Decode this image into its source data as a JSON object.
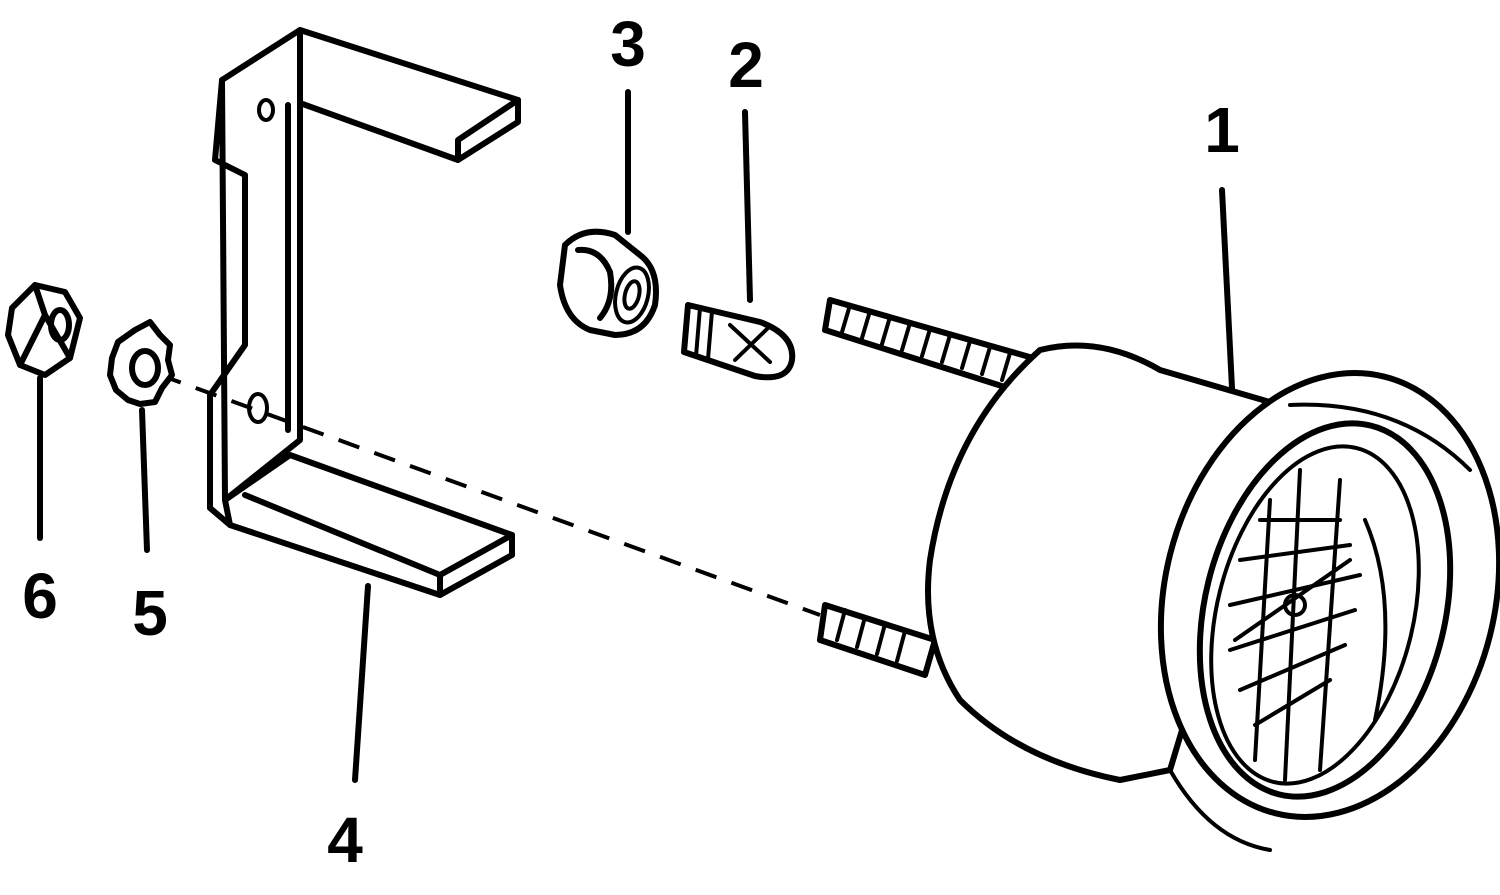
{
  "diagram": {
    "type": "exploded-parts-view",
    "callouts": [
      {
        "id": "1",
        "label": "1",
        "part": "gauge"
      },
      {
        "id": "2",
        "label": "2",
        "part": "bulb"
      },
      {
        "id": "3",
        "label": "3",
        "part": "bulb-socket"
      },
      {
        "id": "4",
        "label": "4",
        "part": "bracket"
      },
      {
        "id": "5",
        "label": "5",
        "part": "lock-washer"
      },
      {
        "id": "6",
        "label": "6",
        "part": "nut"
      }
    ],
    "colors": {
      "ink": "#000000",
      "paper": "#ffffff"
    }
  }
}
